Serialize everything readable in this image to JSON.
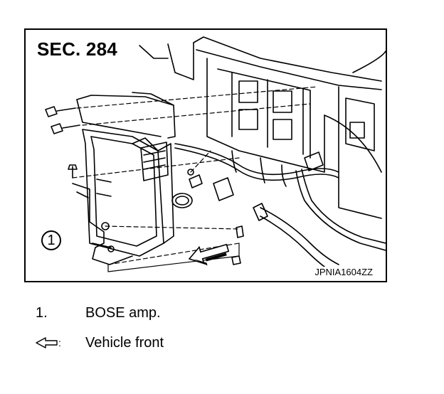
{
  "figure": {
    "section_label": "SEC. 284",
    "figure_code": "JPNIA1604ZZ",
    "callouts": [
      {
        "number": "1"
      }
    ]
  },
  "legend": [
    {
      "key": "1.",
      "text": "BOSE amp."
    },
    {
      "key_icon": "outline-arrow-left-icon",
      "key_suffix": ":",
      "text": "Vehicle front"
    }
  ]
}
